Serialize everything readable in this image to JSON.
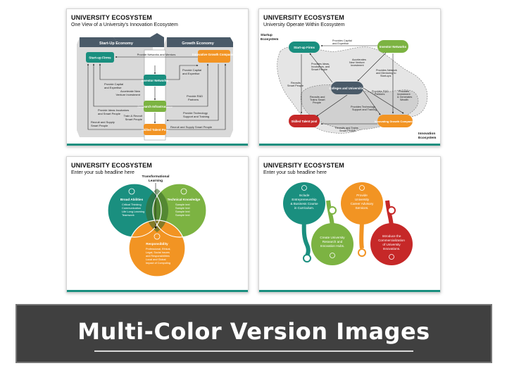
{
  "slides": [
    {
      "title": "UNIVERSITY ECOSYSTEM",
      "subtitle": "One View of a University's Innovation Ecosystem",
      "headers": [
        "Start-Up Economy",
        "Growth Economy"
      ],
      "nodes": [
        "Start-up Firms",
        "Innovative Growth Companies",
        "Investor Networks",
        "Research Infrastructure",
        "Skilled Talent Pool"
      ],
      "labels": {
        "provide_networks": "Provide Networks and Mentors",
        "capital_right_1": "Provide Capital",
        "capital_right_2": "and Expertise",
        "capital_left_1": "Provide Capital",
        "capital_left_2": "and Expertise",
        "accelerate_1": "Accelerate New",
        "accelerate_2": "Venture Investment",
        "rd_1": "Provide R&D",
        "rd_2": "Partners",
        "ideas_1": "Provide Ideas Incubators",
        "ideas_2": "and Smart People",
        "train_1": "Train & Recruit",
        "train_2": "Smart People",
        "tech_1": "Provide Technology",
        "tech_2": "Support and Training",
        "recruit_left_1": "Recruit and Supply",
        "recruit_left_2": "Smart People",
        "recruit_right": "Recruit and Supply Smart People"
      }
    },
    {
      "title": "UNIVERSITY ECOSYSTEM",
      "subtitle": "University Operate Within Ecosystem",
      "ecosystems": [
        "Startup",
        "Ecosystem",
        "Innovation",
        "Ecosystem"
      ],
      "nodes": [
        "Start-up Firms",
        "Investor Networks",
        "Colleges and Universities",
        "Skilled Talent pool",
        "Innovating Growth Companies"
      ],
      "labels": [
        "Provides Capital",
        "and Expertise",
        "Accelerates",
        "New Venture",
        "Investment",
        "Provides Ideas,",
        "Incubators, and",
        "Smart People",
        "Provides Network",
        "and Mentoring to",
        "Start-ups",
        "Recruits",
        "Smart People",
        "Provides R&D",
        "Partners",
        "Provides",
        "Investment",
        "& Generates",
        "Wealth",
        "Recruits and",
        "Trains Smart",
        "People",
        "Provides Technology",
        "Support and Training",
        "Recruits and Trains",
        "Smart People"
      ]
    },
    {
      "title": "UNIVERSITY ECOSYSTEM",
      "subtitle": "Enter your sub headline here",
      "center_label": [
        "Transformational",
        "Learning"
      ],
      "circles": [
        {
          "title": "Broad Abilities",
          "items": [
            "Critical Thinking",
            "Communication",
            "Life Long Learning",
            "Teamwork"
          ],
          "color": "#1a8f7f"
        },
        {
          "title": "Technical Knowledge",
          "items": [
            "Sample text",
            "Sample text",
            "Sample text",
            "Sample text"
          ],
          "color": "#7cb342"
        },
        {
          "title": "Responsibility",
          "items": [
            "Professional, Ethical,",
            "Legal, Social Issues",
            "and Responsibilities",
            "Local and Global",
            "Impact of Computing"
          ],
          "color": "#f29423"
        }
      ]
    },
    {
      "title": "UNIVERSITY ECOSYSTEM",
      "subtitle": "Enter your sub headline here",
      "drops": [
        {
          "lines": [
            "Include",
            "Entrepreneurship",
            "& Business Course",
            "in Curriculum."
          ],
          "color": "#1a8f7f"
        },
        {
          "lines": [
            "Create University",
            "Research and",
            "Innovation Hubs."
          ],
          "color": "#7cb342"
        },
        {
          "lines": [
            "Provide",
            "University",
            "Career Advisory",
            "Services."
          ],
          "color": "#f29423"
        },
        {
          "lines": [
            "Introduce the",
            "Commercialization",
            "of University",
            "Innovations."
          ],
          "color": "#c62828"
        }
      ]
    }
  ],
  "banner_title": "Multi-Color Version Images"
}
